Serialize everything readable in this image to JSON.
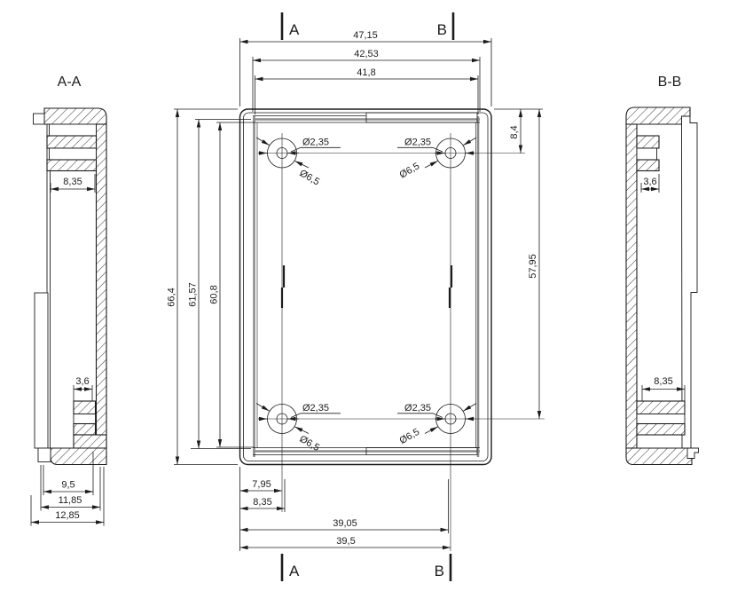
{
  "drawing": {
    "line_color": "#1c1c1c",
    "gray_color": "#8d8d8d",
    "background": "#ffffff",
    "section_aa": {
      "title": "A-A",
      "dim_rib_width": "8,35",
      "dim_slot_width": "3,6",
      "dim_bottom_inner": "9,5",
      "dim_bottom_mid": "11,85",
      "dim_bottom_outer": "12,85"
    },
    "section_bb": {
      "title": "B-B",
      "dim_slot_width": "3,6",
      "dim_rib_width": "8,35"
    },
    "main": {
      "marker_a": "A",
      "marker_b": "B",
      "dim_width_outer": "47,15",
      "dim_width_inner": "42,53",
      "dim_width_inner2": "41,8",
      "dim_height_outer": "66,4",
      "dim_height_inner": "61,57",
      "dim_height_inner2": "60,8",
      "dim_hole_top_offset": "8,4",
      "dim_hole_span_vertical": "57,95",
      "dim_hole_left_offset": "7,95",
      "dim_hole_left_offset2": "8,35",
      "dim_hole_span_horizontal": "39,05",
      "dim_hole_span_horizontal2": "39,5",
      "hole_small_dia": "Ø2,35",
      "hole_large_dia": "Ø6,5"
    }
  }
}
